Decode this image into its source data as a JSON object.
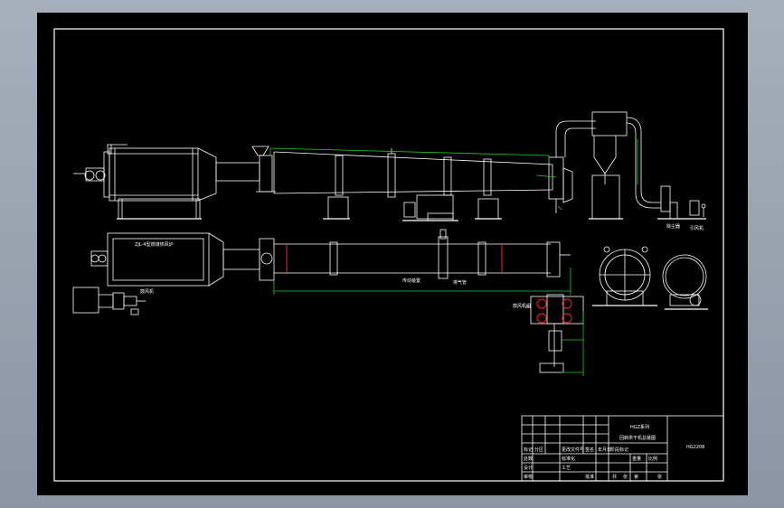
{
  "colors": {
    "background": "#8e97a6",
    "paper": "#000000",
    "line": "#ffffff",
    "dimension": "#22cc22",
    "accent": "#ff2222"
  },
  "labels": {
    "burner_note": "ZJL-4型燃煤热风炉",
    "drive_label": "传动装置",
    "fan_label": "鼓风机",
    "dust_label": "除尘器",
    "outlet_label": "引风机",
    "fan_group_label": "鼓风机组",
    "exhaust_label": "排气管",
    "title_line1": "HGZ系列",
    "title_line2": "回转烘干机总装图",
    "drawing_no": "HG2208"
  },
  "title_block": {
    "row_labels": [
      "标记",
      "处数",
      "设计",
      "审核",
      "工艺"
    ],
    "col_labels": [
      "分区",
      "更改文件号",
      "签名",
      "年月日"
    ],
    "right_labels": [
      "阶段标记",
      "重量",
      "比例",
      "共",
      "张",
      "第",
      "张"
    ],
    "misc": [
      "标准化",
      "批准"
    ]
  }
}
